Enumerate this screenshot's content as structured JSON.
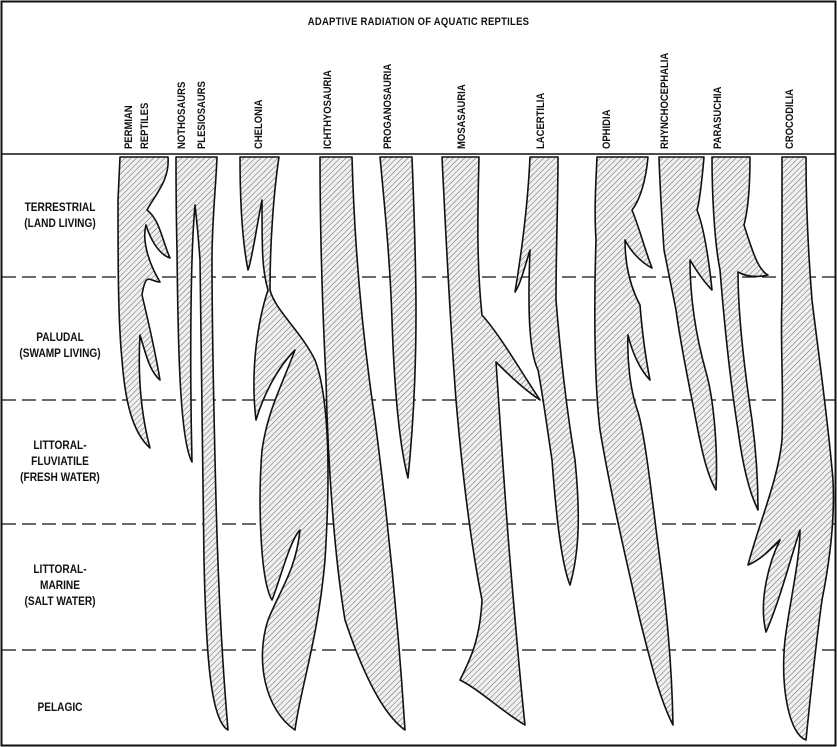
{
  "title": "ADAPTIVE RADIATION OF AQUATIC REPTILES",
  "zones": [
    {
      "lines": [
        "TERRESTRIAL",
        "(LAND LIVING)"
      ]
    },
    {
      "lines": [
        "PALUDAL",
        "(SWAMP LIVING)"
      ]
    },
    {
      "lines": [
        "LITTORAL-",
        "FLUVIATILE",
        "(FRESH WATER)"
      ]
    },
    {
      "lines": [
        "LITTORAL-",
        "MARINE",
        "(SALT WATER)"
      ]
    },
    {
      "lines": [
        "PELAGIC"
      ]
    }
  ],
  "groups": [
    "PERMIAN",
    "REPTILES",
    "NOTHOSAURS",
    "PLESIOSAURS",
    "CHELONIA",
    "ICHTHYOSAURIA",
    "PROGANOSAURIA",
    "MOSASAURIA",
    "LACERTILIA",
    "OPHIDIA",
    "RHYNCHOCEPHALIA",
    "PARASUCHIA",
    "CROCODILIA"
  ]
}
